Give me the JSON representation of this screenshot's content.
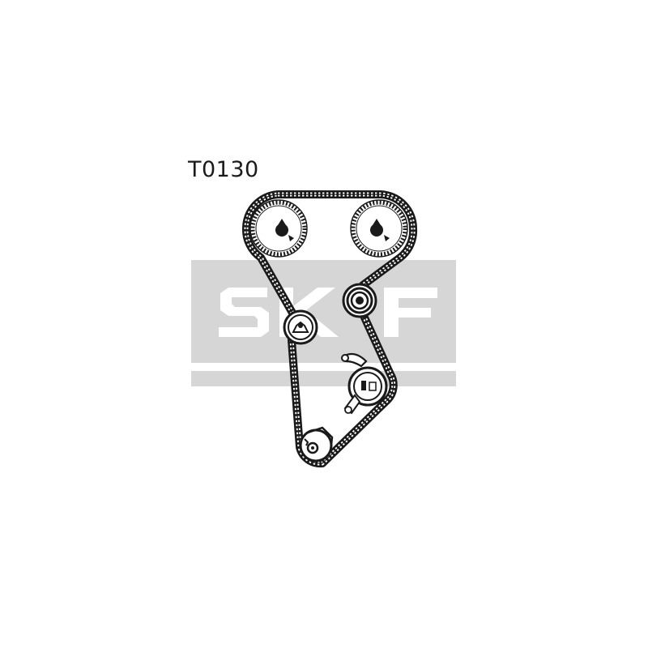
{
  "product": {
    "part_code": "T0130"
  },
  "watermark": {
    "text": "SKF",
    "color": "#d6d6d6"
  },
  "diagram": {
    "belt_color": "#1a1a1a",
    "components": [
      "camshaft-pulley-left",
      "camshaft-pulley-right",
      "idler-pulley",
      "water-pump-pulley",
      "tensioner-pulley",
      "crankshaft-pulley"
    ]
  }
}
